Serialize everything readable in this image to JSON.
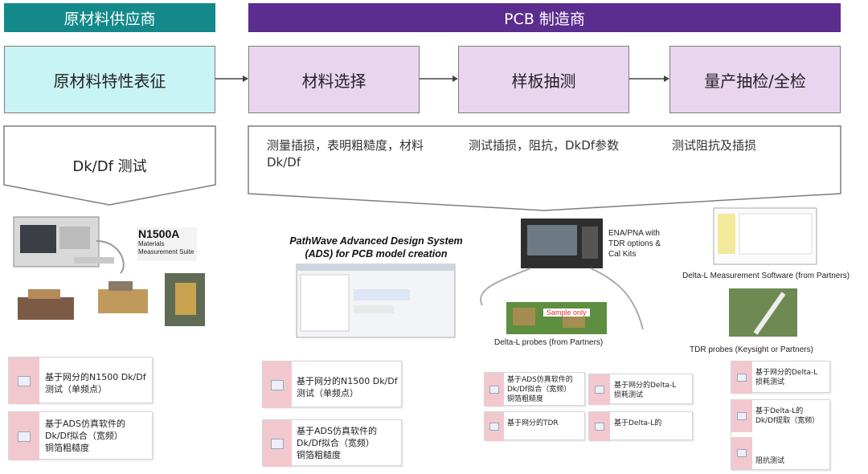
{
  "headers": {
    "supplier": "原材料供应商",
    "pcb": "PCB 制造商"
  },
  "process": [
    "原材料特性表征",
    "材料选择",
    "样板抽测",
    "量产抽检/全检"
  ],
  "left_callout": "Dk/Df 测试",
  "descriptions": [
    "测量插损，表明粗糙度，材料Dk/Df",
    "测试插损，阻抗，DkDf参数",
    "测试阻抗及插损"
  ],
  "equipment": {
    "n1500_title": "N1500A",
    "n1500_sub1": "Materials",
    "n1500_sub2": "Measurement Suite",
    "ads_line1": "PathWave Advanced Design System",
    "ads_line2": "(ADS) for PCB model creation",
    "ena_line1": "ENA/PNA with",
    "ena_line2": "TDR options &",
    "ena_line3": "Cal Kits",
    "sample_only": "Sample only",
    "delta_probes": "Delta-L probes (from Partners)",
    "delta_sw": "Delta-L Measurement Software (from Partners)",
    "tdr_probes": "TDR probes (Keysight or Partners)"
  },
  "cards": {
    "left1_l1": "基于网分的N1500 Dk/Df",
    "left1_l2": "测试（单频点）",
    "left2_l1": "基于ADS仿真软件的",
    "left2_l2": "Dk/Df拟合（宽频）",
    "left2_l3": "铜箔粗糙度",
    "mid1_l1": "基于网分的N1500 Dk/Df",
    "mid1_l2": "测试（单频点）",
    "mid2_l1": "基于ADS仿真软件的",
    "mid2_l2": "Dk/Df拟合（宽频）",
    "mid2_l3": "铜箔粗糙度",
    "s1_l1": "基于ADS仿真软件的",
    "s1_l2": "Dk/Df拟合（宽频）",
    "s1_l3": "铜箔粗糙度",
    "s2_l1": "基于网分的Delta-L",
    "s2_l2": "损耗测试",
    "s3_l1": "基于网分的TDR",
    "s4_l1": "基于Delta-L的",
    "s5_l1": "基于网分的Delta-L",
    "s5_l2": "损耗测试",
    "s6_l1": "基于Delta-L的",
    "s6_l2": "Dk/Df提取（宽频）",
    "s6_l3": "阻抗测试"
  }
}
